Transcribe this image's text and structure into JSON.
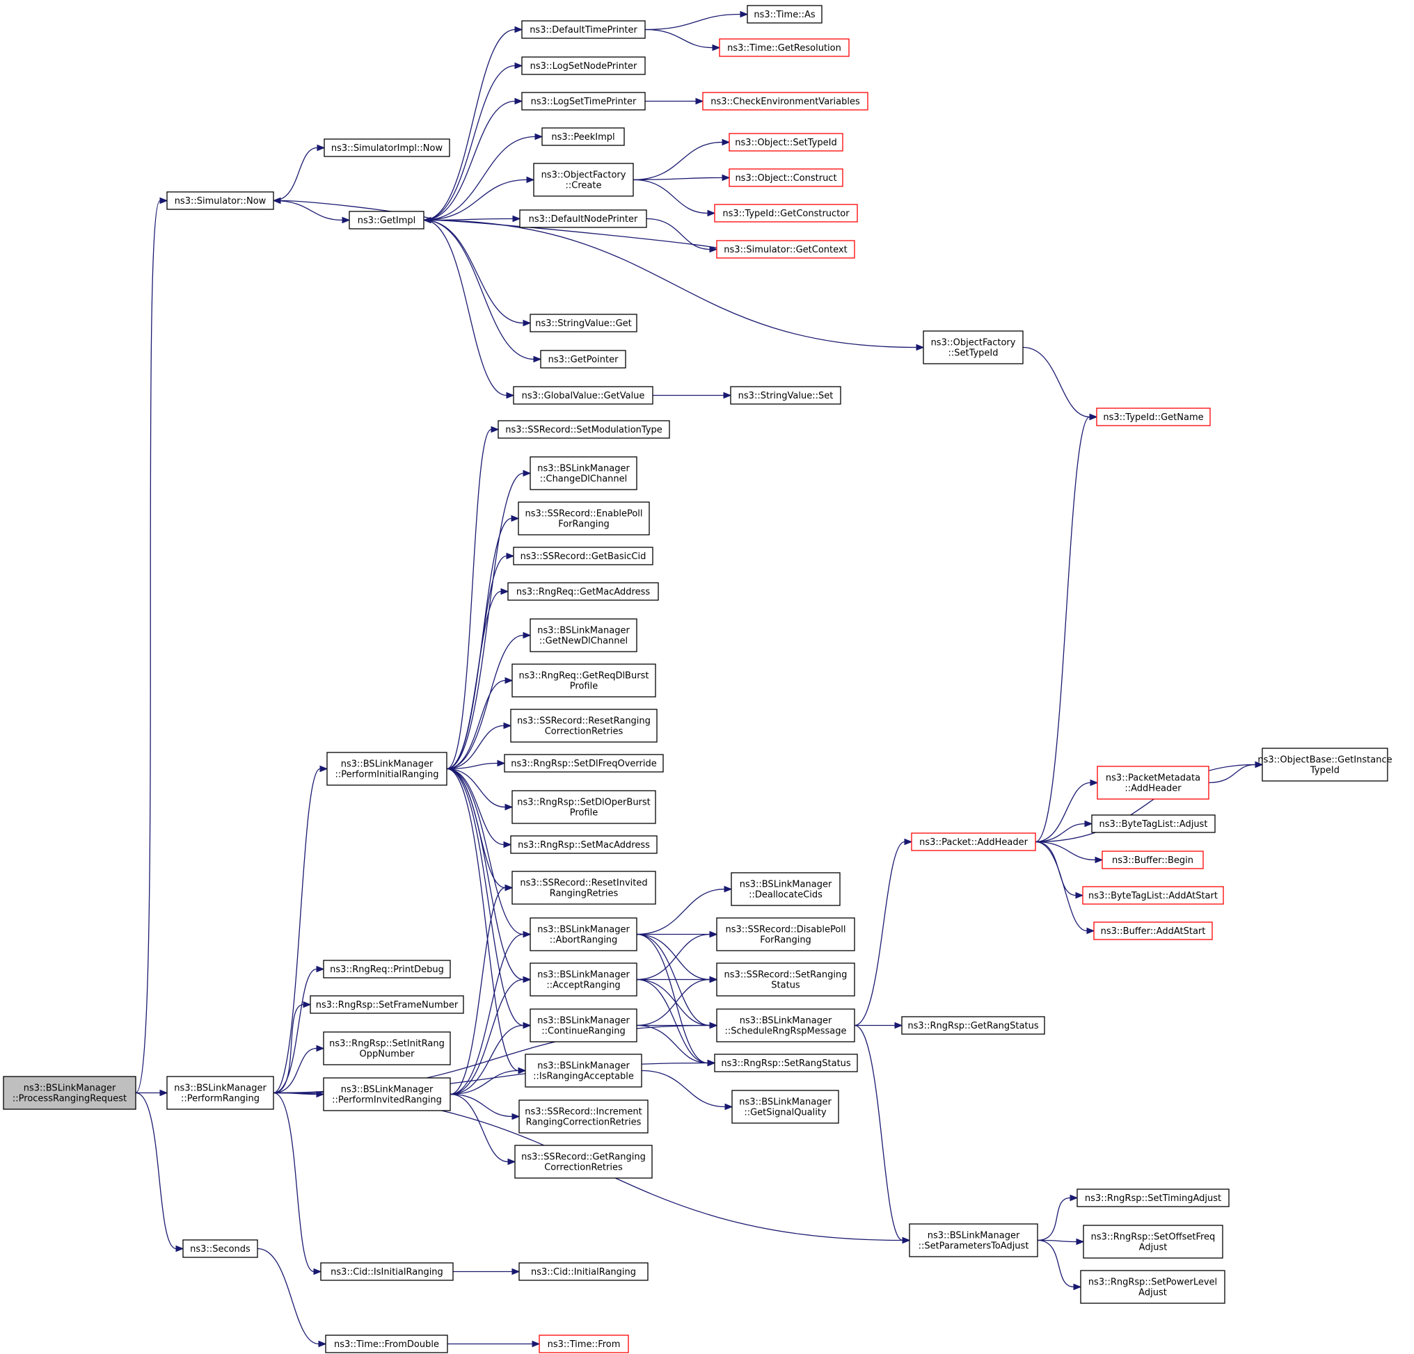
{
  "nodes": [
    {
      "id": "root",
      "lines": [
        "ns3::BSLinkManager",
        "::ProcessRangingRequest"
      ],
      "style": "root"
    },
    {
      "id": "simnow",
      "lines": [
        "ns3::Simulator::Now"
      ],
      "style": "black"
    },
    {
      "id": "perfrng",
      "lines": [
        "ns3::BSLinkManager",
        "::PerformRanging"
      ],
      "style": "black"
    },
    {
      "id": "seconds",
      "lines": [
        "ns3::Seconds"
      ],
      "style": "black"
    },
    {
      "id": "simimplnow",
      "lines": [
        "ns3::SimulatorImpl::Now"
      ],
      "style": "black"
    },
    {
      "id": "getimpl",
      "lines": [
        "ns3::GetImpl"
      ],
      "style": "black"
    },
    {
      "id": "dtp",
      "lines": [
        "ns3::DefaultTimePrinter"
      ],
      "style": "black"
    },
    {
      "id": "lsnp",
      "lines": [
        "ns3::LogSetNodePrinter"
      ],
      "style": "black"
    },
    {
      "id": "lstp",
      "lines": [
        "ns3::LogSetTimePrinter"
      ],
      "style": "black"
    },
    {
      "id": "peek",
      "lines": [
        "ns3::PeekImpl"
      ],
      "style": "black"
    },
    {
      "id": "ofcreate",
      "lines": [
        "ns3::ObjectFactory",
        "::Create"
      ],
      "style": "black"
    },
    {
      "id": "dnp",
      "lines": [
        "ns3::DefaultNodePrinter"
      ],
      "style": "black"
    },
    {
      "id": "svget",
      "lines": [
        "ns3::StringValue::Get"
      ],
      "style": "black"
    },
    {
      "id": "getptr",
      "lines": [
        "ns3::GetPointer"
      ],
      "style": "black"
    },
    {
      "id": "gvget",
      "lines": [
        "ns3::GlobalValue::GetValue"
      ],
      "style": "black"
    },
    {
      "id": "timeas",
      "lines": [
        "ns3::Time::As"
      ],
      "style": "black"
    },
    {
      "id": "timeres",
      "lines": [
        "ns3::Time::GetResolution"
      ],
      "style": "red"
    },
    {
      "id": "checkenv",
      "lines": [
        "ns3::CheckEnvironmentVariables"
      ],
      "style": "red"
    },
    {
      "id": "objsettid",
      "lines": [
        "ns3::Object::SetTypeId"
      ],
      "style": "red"
    },
    {
      "id": "objconst",
      "lines": [
        "ns3::Object::Construct"
      ],
      "style": "red"
    },
    {
      "id": "tidgetcons",
      "lines": [
        "ns3::TypeId::GetConstructor"
      ],
      "style": "red"
    },
    {
      "id": "simgetctx",
      "lines": [
        "ns3::Simulator::GetContext"
      ],
      "style": "red"
    },
    {
      "id": "ofsettid",
      "lines": [
        "ns3::ObjectFactory",
        "::SetTypeId"
      ],
      "style": "black"
    },
    {
      "id": "svset",
      "lines": [
        "ns3::StringValue::Set"
      ],
      "style": "black"
    },
    {
      "id": "tidgetname",
      "lines": [
        "ns3::TypeId::GetName"
      ],
      "style": "red"
    },
    {
      "id": "pir",
      "lines": [
        "ns3::BSLinkManager",
        "::PerformInitialRanging"
      ],
      "style": "black"
    },
    {
      "id": "setmod",
      "lines": [
        "ns3::SSRecord::SetModulationType"
      ],
      "style": "black"
    },
    {
      "id": "chgdl",
      "lines": [
        "ns3::BSLinkManager",
        "::ChangeDlChannel"
      ],
      "style": "black"
    },
    {
      "id": "enpoll",
      "lines": [
        "ns3::SSRecord::EnablePoll",
        "ForRanging"
      ],
      "style": "black"
    },
    {
      "id": "basiccid",
      "lines": [
        "ns3::SSRecord::GetBasicCid"
      ],
      "style": "black"
    },
    {
      "id": "reqmac",
      "lines": [
        "ns3::RngReq::GetMacAddress"
      ],
      "style": "black"
    },
    {
      "id": "newdl",
      "lines": [
        "ns3::BSLinkManager",
        "::GetNewDlChannel"
      ],
      "style": "black"
    },
    {
      "id": "reqdl",
      "lines": [
        "ns3::RngReq::GetReqDlBurst",
        "Profile"
      ],
      "style": "black"
    },
    {
      "id": "resetcorr",
      "lines": [
        "ns3::SSRecord::ResetRanging",
        "CorrectionRetries"
      ],
      "style": "black"
    },
    {
      "id": "setdlfreq",
      "lines": [
        "ns3::RngRsp::SetDlFreqOverride"
      ],
      "style": "black"
    },
    {
      "id": "setdloper",
      "lines": [
        "ns3::RngRsp::SetDlOperBurst",
        "Profile"
      ],
      "style": "black"
    },
    {
      "id": "rspsetmac",
      "lines": [
        "ns3::RngRsp::SetMacAddress"
      ],
      "style": "black"
    },
    {
      "id": "resetinv",
      "lines": [
        "ns3::SSRecord::ResetInvited",
        "RangingRetries"
      ],
      "style": "black"
    },
    {
      "id": "abort",
      "lines": [
        "ns3::BSLinkManager",
        "::AbortRanging"
      ],
      "style": "black"
    },
    {
      "id": "accept",
      "lines": [
        "ns3::BSLinkManager",
        "::AcceptRanging"
      ],
      "style": "black"
    },
    {
      "id": "cont",
      "lines": [
        "ns3::BSLinkManager",
        "::ContinueRanging"
      ],
      "style": "black"
    },
    {
      "id": "isacc",
      "lines": [
        "ns3::BSLinkManager",
        "::IsRangingAcceptable"
      ],
      "style": "black"
    },
    {
      "id": "printdbg",
      "lines": [
        "ns3::RngReq::PrintDebug"
      ],
      "style": "black"
    },
    {
      "id": "setframe",
      "lines": [
        "ns3::RngRsp::SetFrameNumber"
      ],
      "style": "black"
    },
    {
      "id": "setinit",
      "lines": [
        "ns3::RngRsp::SetInitRang",
        "OppNumber"
      ],
      "style": "black"
    },
    {
      "id": "pinv",
      "lines": [
        "ns3::BSLinkManager",
        "::PerformInvitedRanging"
      ],
      "style": "black"
    },
    {
      "id": "inccorr",
      "lines": [
        "ns3::SSRecord::Increment",
        "RangingCorrectionRetries"
      ],
      "style": "black"
    },
    {
      "id": "getcorr",
      "lines": [
        "ns3::SSRecord::GetRanging",
        "CorrectionRetries"
      ],
      "style": "black"
    },
    {
      "id": "dealloc",
      "lines": [
        "ns3::BSLinkManager",
        "::DeallocateCids"
      ],
      "style": "black"
    },
    {
      "id": "dispoll",
      "lines": [
        "ns3::SSRecord::DisablePoll",
        "ForRanging"
      ],
      "style": "black"
    },
    {
      "id": "setrngstat",
      "lines": [
        "ns3::SSRecord::SetRanging",
        "Status"
      ],
      "style": "black"
    },
    {
      "id": "sched",
      "lines": [
        "ns3::BSLinkManager",
        "::ScheduleRngRspMessage"
      ],
      "style": "black"
    },
    {
      "id": "setrangstat",
      "lines": [
        "ns3::RngRsp::SetRangStatus"
      ],
      "style": "black"
    },
    {
      "id": "sigq",
      "lines": [
        "ns3::BSLinkManager",
        "::GetSignalQuality"
      ],
      "style": "black"
    },
    {
      "id": "getrangstat",
      "lines": [
        "ns3::RngRsp::GetRangStatus"
      ],
      "style": "black"
    },
    {
      "id": "isinit",
      "lines": [
        "ns3::Cid::IsInitialRanging"
      ],
      "style": "black"
    },
    {
      "id": "initrng",
      "lines": [
        "ns3::Cid::InitialRanging"
      ],
      "style": "black"
    },
    {
      "id": "fromdbl",
      "lines": [
        "ns3::Time::FromDouble"
      ],
      "style": "black"
    },
    {
      "id": "timefrom",
      "lines": [
        "ns3::Time::From"
      ],
      "style": "red"
    },
    {
      "id": "pktaddhdr",
      "lines": [
        "ns3::Packet::AddHeader"
      ],
      "style": "red"
    },
    {
      "id": "pmaddhdr",
      "lines": [
        "ns3::PacketMetadata",
        "::AddHeader"
      ],
      "style": "red"
    },
    {
      "id": "objbase",
      "lines": [
        "ns3::ObjectBase::GetInstance",
        "TypeId"
      ],
      "style": "black"
    },
    {
      "id": "btladjust",
      "lines": [
        "ns3::ByteTagList::Adjust"
      ],
      "style": "black"
    },
    {
      "id": "bufbegin",
      "lines": [
        "ns3::Buffer::Begin"
      ],
      "style": "red"
    },
    {
      "id": "btladdstart",
      "lines": [
        "ns3::ByteTagList::AddAtStart"
      ],
      "style": "red"
    },
    {
      "id": "bufaddstart",
      "lines": [
        "ns3::Buffer::AddAtStart"
      ],
      "style": "red"
    },
    {
      "id": "setparams",
      "lines": [
        "ns3::BSLinkManager",
        "::SetParametersToAdjust"
      ],
      "style": "black"
    },
    {
      "id": "settiming",
      "lines": [
        "ns3::RngRsp::SetTimingAdjust"
      ],
      "style": "black"
    },
    {
      "id": "setoffset",
      "lines": [
        "ns3::RngRsp::SetOffsetFreq",
        "Adjust"
      ],
      "style": "black"
    },
    {
      "id": "setpower",
      "lines": [
        "ns3::RngRsp::SetPowerLevel",
        "Adjust"
      ],
      "style": "black"
    }
  ],
  "edges": [
    [
      "root",
      "simnow"
    ],
    [
      "root",
      "perfrng"
    ],
    [
      "root",
      "seconds"
    ],
    [
      "simnow",
      "simimplnow"
    ],
    [
      "simnow",
      "getimpl"
    ],
    [
      "getimpl",
      "dtp"
    ],
    [
      "getimpl",
      "lsnp"
    ],
    [
      "getimpl",
      "lstp"
    ],
    [
      "getimpl",
      "peek"
    ],
    [
      "getimpl",
      "ofcreate"
    ],
    [
      "getimpl",
      "dnp"
    ],
    [
      "getimpl",
      "svget"
    ],
    [
      "getimpl",
      "getptr"
    ],
    [
      "getimpl",
      "gvget"
    ],
    [
      "getimpl",
      "ofsettid"
    ],
    [
      "getimpl",
      "simnow"
    ],
    [
      "dtp",
      "timeas"
    ],
    [
      "dtp",
      "timeres"
    ],
    [
      "lstp",
      "checkenv"
    ],
    [
      "ofcreate",
      "objsettid"
    ],
    [
      "ofcreate",
      "objconst"
    ],
    [
      "ofcreate",
      "tidgetcons"
    ],
    [
      "dnp",
      "simgetctx"
    ],
    [
      "simgetctx",
      "getimpl"
    ],
    [
      "gvget",
      "svset"
    ],
    [
      "ofsettid",
      "tidgetname"
    ],
    [
      "perfrng",
      "pir"
    ],
    [
      "perfrng",
      "printdbg"
    ],
    [
      "perfrng",
      "setframe"
    ],
    [
      "perfrng",
      "setinit"
    ],
    [
      "perfrng",
      "pinv"
    ],
    [
      "perfrng",
      "sched"
    ],
    [
      "perfrng",
      "setrangstat"
    ],
    [
      "perfrng",
      "isinit"
    ],
    [
      "perfrng",
      "setparams"
    ],
    [
      "pir",
      "setmod"
    ],
    [
      "pir",
      "chgdl"
    ],
    [
      "pir",
      "enpoll"
    ],
    [
      "pir",
      "basiccid"
    ],
    [
      "pir",
      "reqmac"
    ],
    [
      "pir",
      "newdl"
    ],
    [
      "pir",
      "reqdl"
    ],
    [
      "pir",
      "resetcorr"
    ],
    [
      "pir",
      "setdlfreq"
    ],
    [
      "pir",
      "setdloper"
    ],
    [
      "pir",
      "rspsetmac"
    ],
    [
      "pir",
      "resetinv"
    ],
    [
      "pir",
      "abort"
    ],
    [
      "pir",
      "accept"
    ],
    [
      "pir",
      "cont"
    ],
    [
      "pir",
      "isacc"
    ],
    [
      "pinv",
      "resetinv"
    ],
    [
      "pinv",
      "abort"
    ],
    [
      "pinv",
      "accept"
    ],
    [
      "pinv",
      "cont"
    ],
    [
      "pinv",
      "isacc"
    ],
    [
      "pinv",
      "inccorr"
    ],
    [
      "pinv",
      "getcorr"
    ],
    [
      "abort",
      "dealloc"
    ],
    [
      "abort",
      "dispoll"
    ],
    [
      "abort",
      "setrngstat"
    ],
    [
      "abort",
      "sched"
    ],
    [
      "abort",
      "setrangstat"
    ],
    [
      "accept",
      "dispoll"
    ],
    [
      "accept",
      "setrngstat"
    ],
    [
      "accept",
      "sched"
    ],
    [
      "accept",
      "setrangstat"
    ],
    [
      "cont",
      "setrngstat"
    ],
    [
      "cont",
      "sched"
    ],
    [
      "cont",
      "setrangstat"
    ],
    [
      "isacc",
      "sigq"
    ],
    [
      "sched",
      "getrangstat"
    ],
    [
      "sched",
      "pktaddhdr"
    ],
    [
      "sched",
      "setparams"
    ],
    [
      "pktaddhdr",
      "tidgetname"
    ],
    [
      "pktaddhdr",
      "objbase"
    ],
    [
      "pktaddhdr",
      "pmaddhdr"
    ],
    [
      "pktaddhdr",
      "btladjust"
    ],
    [
      "pktaddhdr",
      "bufbegin"
    ],
    [
      "pktaddhdr",
      "btladdstart"
    ],
    [
      "pktaddhdr",
      "bufaddstart"
    ],
    [
      "pmaddhdr",
      "objbase"
    ],
    [
      "setparams",
      "settiming"
    ],
    [
      "setparams",
      "setoffset"
    ],
    [
      "setparams",
      "setpower"
    ],
    [
      "seconds",
      "fromdbl"
    ],
    [
      "fromdbl",
      "timefrom"
    ],
    [
      "isinit",
      "initrng"
    ]
  ]
}
